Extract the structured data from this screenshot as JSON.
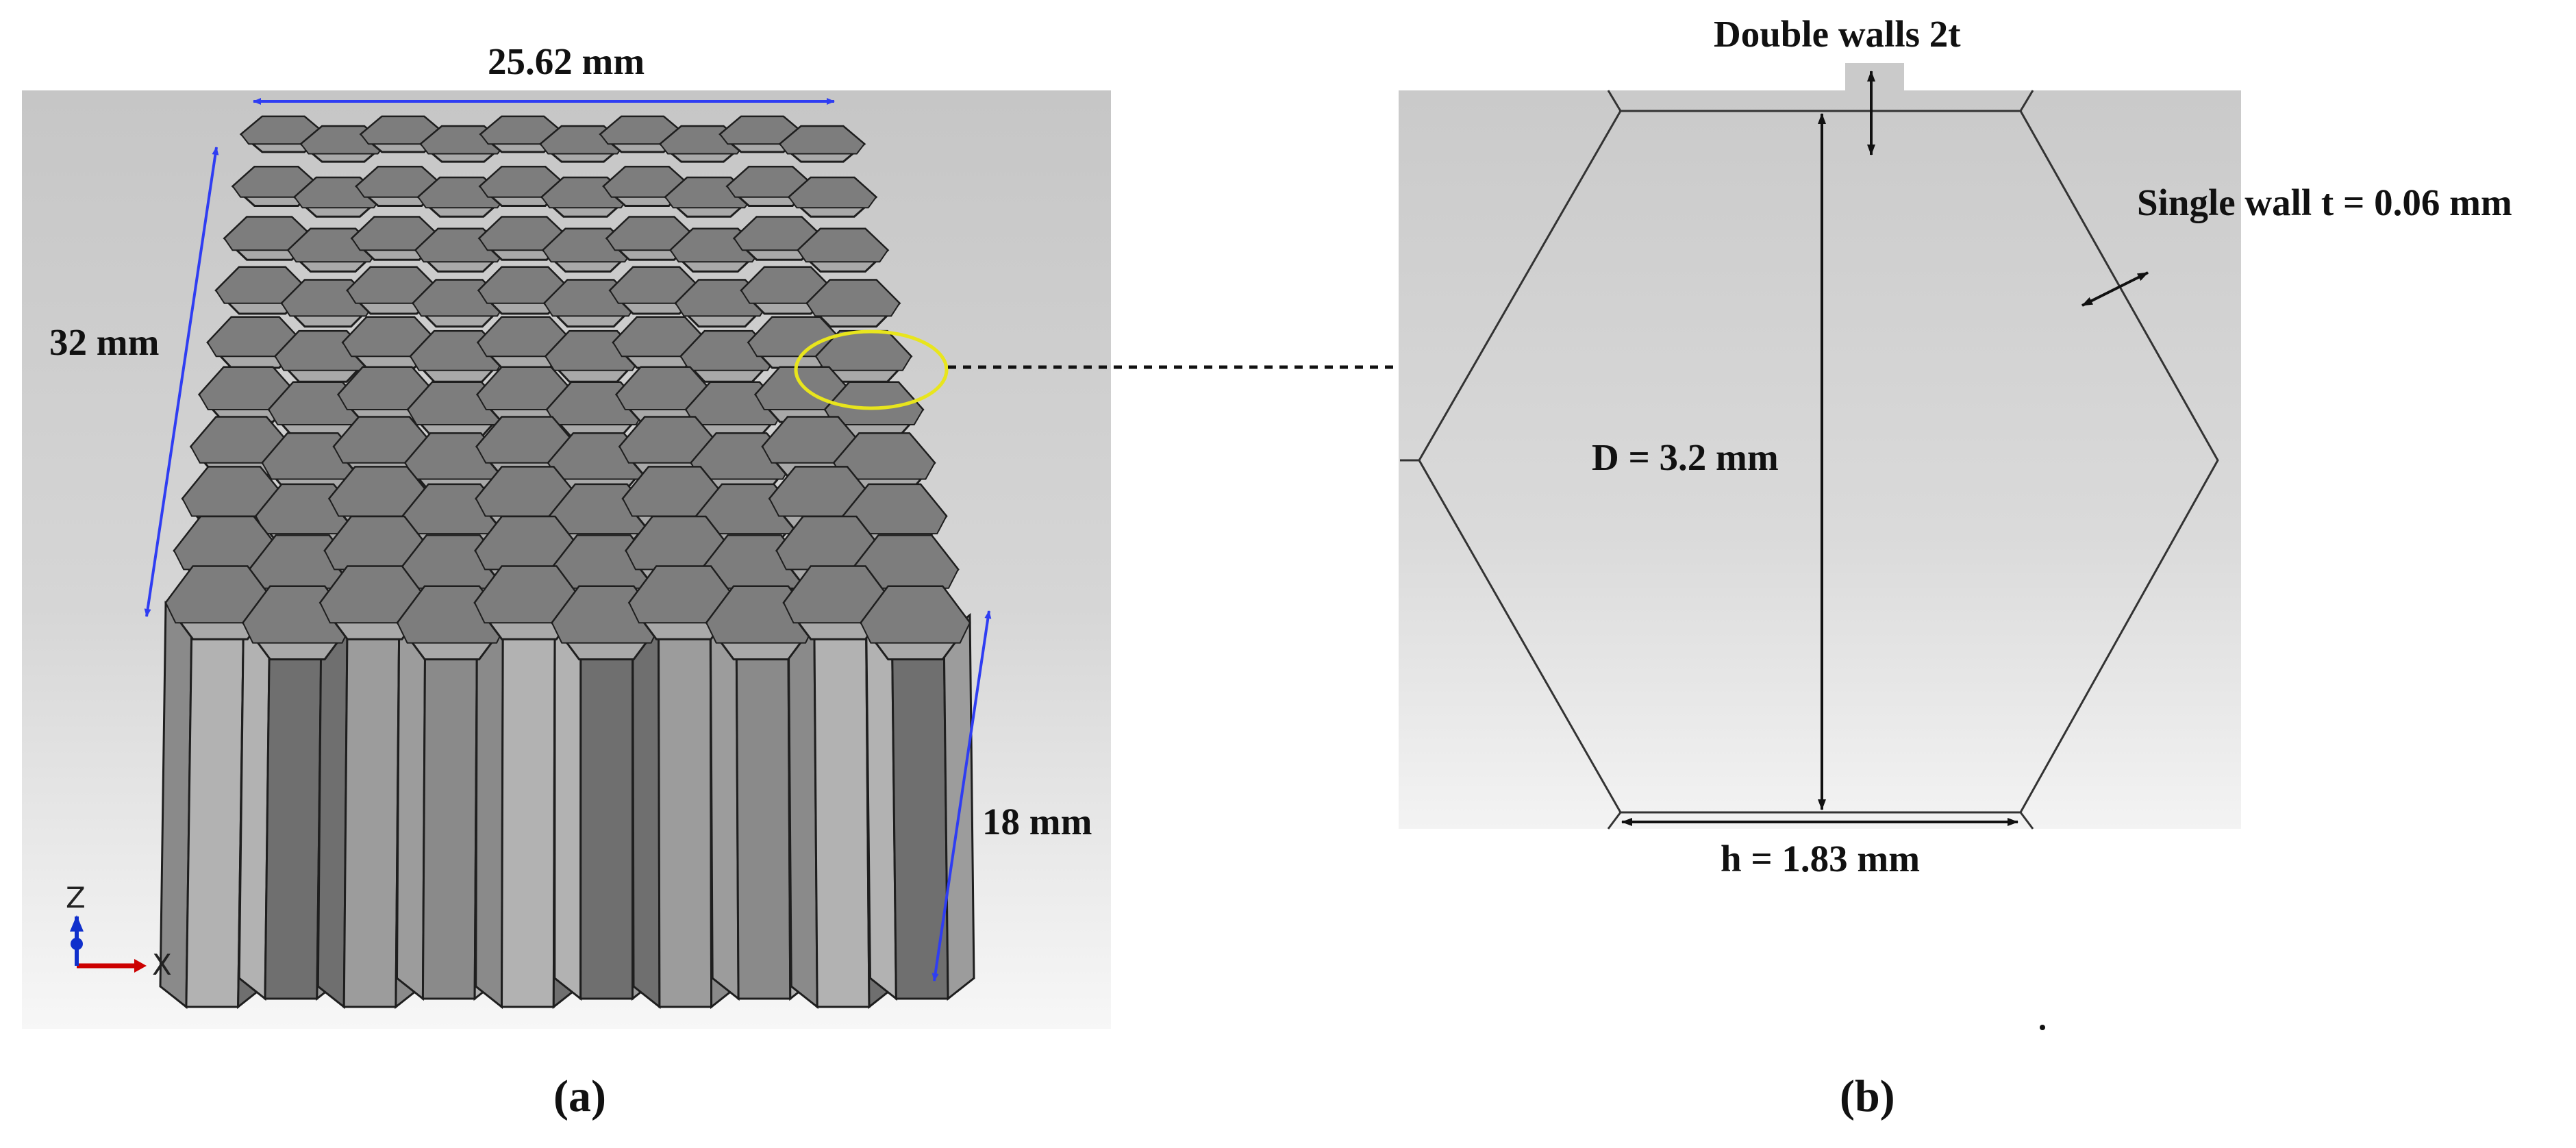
{
  "panel_a": {
    "width_label": "25.62 mm",
    "depth_label": "32 mm",
    "height_label": "18 mm",
    "caption": "(a)",
    "triad": {
      "z": "Z",
      "x": "X"
    }
  },
  "panel_b": {
    "double_wall_label": "Double walls 2t",
    "single_wall_label": "Single wall t = 0.06 mm",
    "diameter_label": "D = 3.2 mm",
    "side_label": "h = 1.83 mm",
    "caption": "(b)"
  },
  "colors": {
    "dimension_arrow": "#2f3df2",
    "highlight_ellipse": "#e8e51d",
    "triad_x": "#cc0000",
    "triad_z": "#1030cc"
  }
}
